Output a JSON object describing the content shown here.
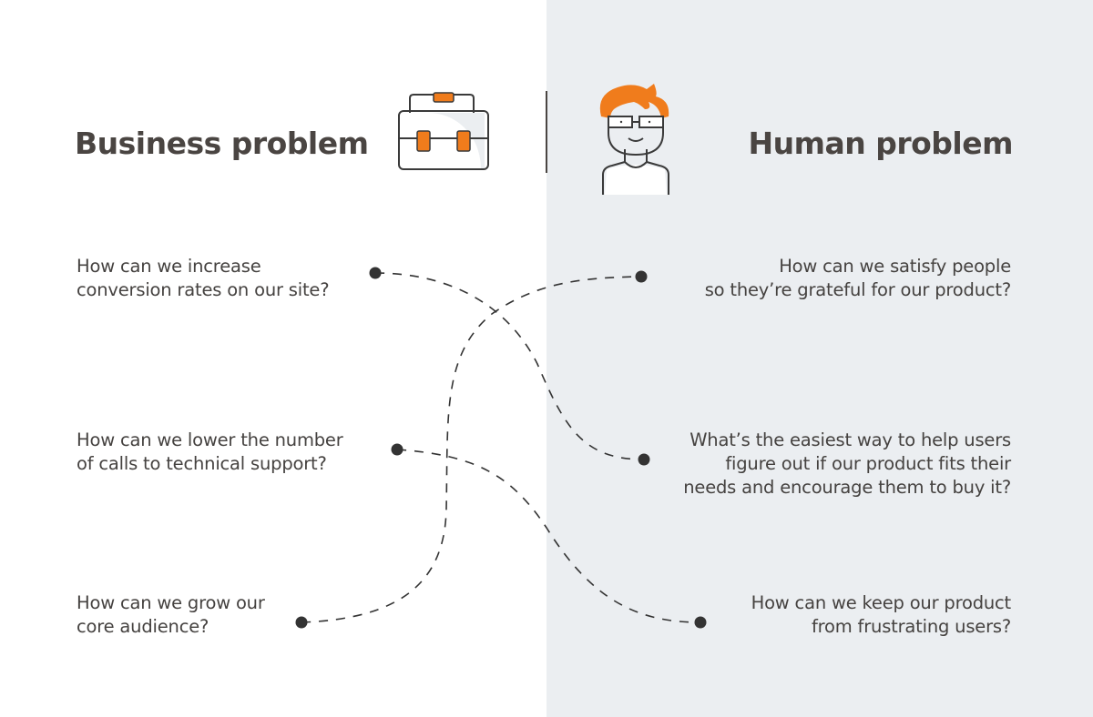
{
  "colors": {
    "right_panel_bg": "#ebeef1",
    "text": "#454240",
    "accent_orange": "#f07c1c",
    "line": "#333333"
  },
  "business": {
    "title": "Business problem",
    "icon": "briefcase-icon",
    "questions": [
      {
        "line1": "How can we increase",
        "line2": "conversion rates on our site?"
      },
      {
        "line1": "How can we lower the number",
        "line2": "of calls to technical support?"
      },
      {
        "line1": "How can we grow our",
        "line2": "core audience?"
      }
    ]
  },
  "human": {
    "title": "Human problem",
    "icon": "person-with-glasses-icon",
    "questions": [
      {
        "line1": "How can we satisfy people",
        "line2": "so they’re grateful for our product?"
      },
      {
        "line1": "What’s the easiest way to help users",
        "line2": "figure out if our product fits their",
        "line3": "needs and encourage them to buy it?"
      },
      {
        "line1": "How can we keep our product",
        "line2": "from frustrating users?"
      }
    ]
  },
  "connections": [
    {
      "from": "business.0",
      "to": "human.1"
    },
    {
      "from": "business.1",
      "to": "human.2"
    },
    {
      "from": "business.2",
      "to": "human.0"
    }
  ]
}
